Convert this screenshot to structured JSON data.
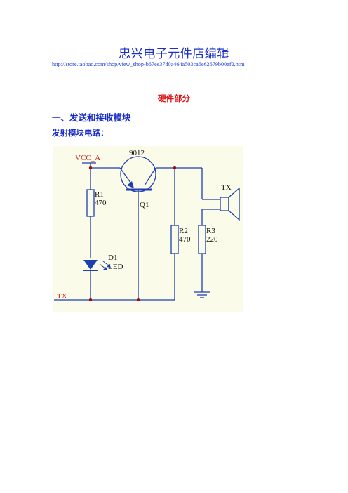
{
  "doc": {
    "title": "忠兴电子元件店编辑",
    "url": "http://store.taobao.com/shop/view_shop-b67ee37d0a464a503ca6e62679b00af2.htm",
    "section": "硬件部分",
    "heading1": "一、发送和接收模块",
    "heading2": "发射模块电路："
  },
  "schematic": {
    "vcc": "VCC_A",
    "transistor_part": "9012",
    "transistor_ref": "Q1",
    "r1_ref": "R1",
    "r1_val": "470",
    "d1_ref": "D1",
    "d1_val": "LED",
    "r2_ref": "R2",
    "r2_val": "470",
    "r3_ref": "R3",
    "r3_val": "220",
    "tx_left": "TX",
    "tx_right": "TX"
  },
  "colors": {
    "title_blue": "#1b2fc6",
    "red": "#e01010",
    "schematic_bg": "#fbfbe9",
    "wire": "#1f3fb0",
    "label_red": "#c81818",
    "junction": "#9a1010"
  }
}
